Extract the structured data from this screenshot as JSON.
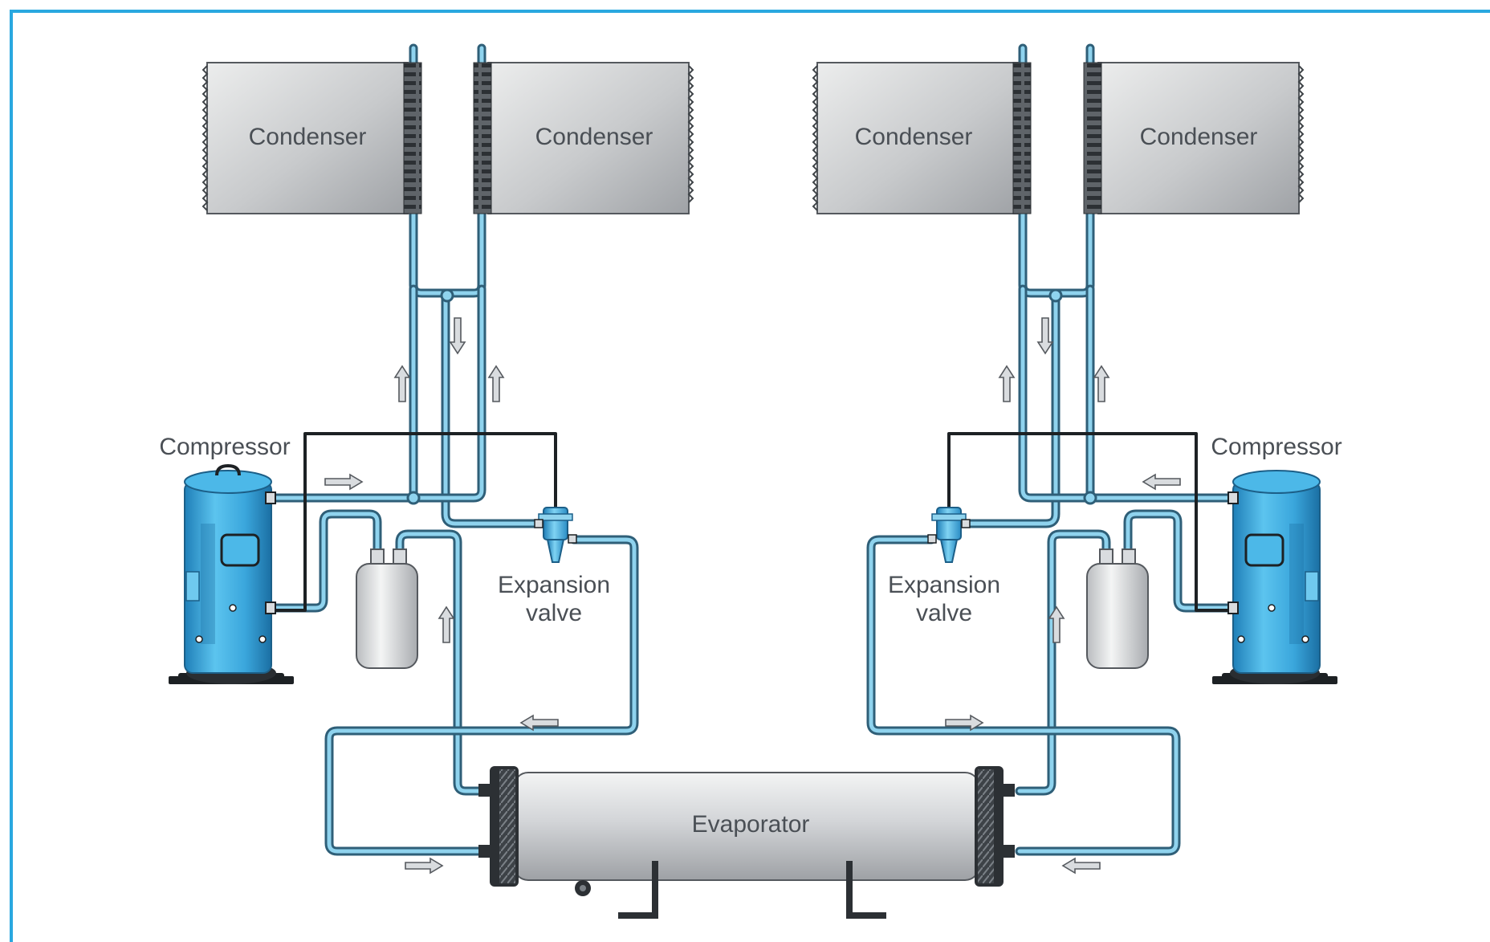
{
  "labels": {
    "condenser": "Condenser",
    "compressor": "Compressor",
    "expansion_valve_line1": "Expansion",
    "expansion_valve_line2": "valve",
    "evaporator": "Evaporator"
  },
  "colors": {
    "frame": "#29a8e0",
    "pipe_outline": "#2f5f78",
    "pipe_fill": "#8fd3ee",
    "compressor_body": "#38a9de",
    "condenser_fill": "#c4c6c9",
    "evaporator_fill": "#d2d4d7",
    "label_text": "#4a4f55"
  }
}
